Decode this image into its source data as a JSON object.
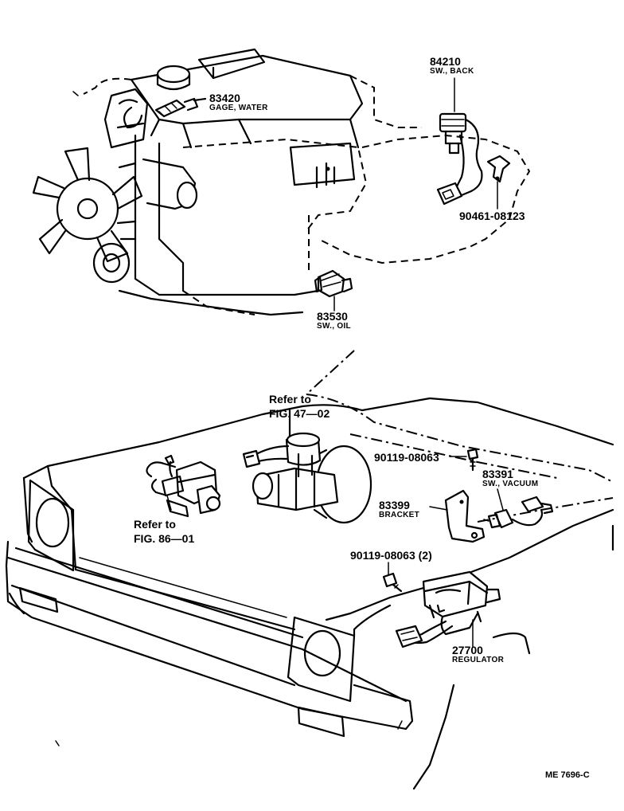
{
  "parts": [
    {
      "id": "water-gage",
      "number": "83420",
      "description": "GAGE, WATER"
    },
    {
      "id": "back-switch",
      "number": "84210",
      "description": "SW., BACK"
    },
    {
      "id": "clamp",
      "number": "90461-08123",
      "description": ""
    },
    {
      "id": "oil-switch",
      "number": "83530",
      "description": "SW., OIL"
    },
    {
      "id": "screw-single",
      "number": "90119-08063",
      "description": ""
    },
    {
      "id": "vacuum-switch",
      "number": "83391",
      "description": "SW., VACUUM"
    },
    {
      "id": "bracket",
      "number": "83399",
      "description": "BRACKET"
    },
    {
      "id": "screw-pair",
      "number": "90119-08063 (2)",
      "description": ""
    },
    {
      "id": "regulator",
      "number": "27700",
      "description": "REGULATOR"
    }
  ],
  "references": [
    {
      "id": "fig-47",
      "line1": "Refer to",
      "line2": "FIG. 47—02"
    },
    {
      "id": "fig-86",
      "line1": "Refer to",
      "line2": "FIG. 86—01"
    }
  ],
  "drawing_code": "ME 7696-C"
}
